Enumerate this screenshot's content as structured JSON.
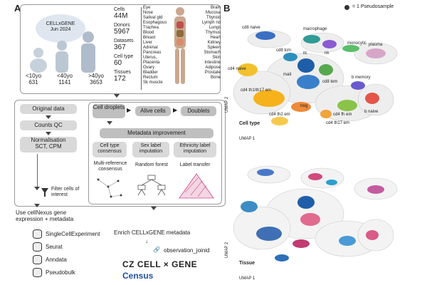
{
  "panelA": {
    "letter": "A",
    "cellxgene": {
      "name": "CELLxGENE",
      "date": "Jun 2024"
    },
    "ages": [
      {
        "label": "<10yo",
        "count": "631"
      },
      {
        "label": "<40yo",
        "count": "1141"
      },
      {
        "label": ">40yo",
        "count": "3653"
      }
    ],
    "stats": [
      {
        "label": "Cells",
        "value": "44M"
      },
      {
        "label": "Donors",
        "value": "5967"
      },
      {
        "label": "Datasets",
        "value": "367"
      },
      {
        "label": "Cell type",
        "value": "60"
      },
      {
        "label": "Tissues",
        "value": "172"
      }
    ],
    "tissues_left": [
      "Eye",
      "Nose",
      "Salival gld",
      "Esophagous",
      "Trachea",
      "Blood",
      "Breast",
      "Liver",
      "Adrenal",
      "Pancreas",
      "Uterus,",
      "Placenta",
      "Ovary",
      "Bladder",
      "Rectum",
      "Sk muscle"
    ],
    "tissues_right": [
      "Brain",
      "Mucosa",
      "Thyroid",
      "Lymph nd",
      "Lungs",
      "Thymus",
      "Heart",
      "Kidney",
      "Spleen",
      "Stomach",
      "Skin",
      "Intestine",
      "Adipose",
      "Prostate",
      "Bone"
    ],
    "pipeline": {
      "original": "Original data",
      "counts_qc": "Counts QC",
      "normalisation": "Normalisation\nSCT, CPM",
      "cell_droplets": "Cell droplets",
      "alive": "Alive cells",
      "doublets": "Doublets",
      "metadata": "Metadata improvement",
      "methods": [
        {
          "title": "Cell type consensus",
          "desc": "Multi-reference consensus"
        },
        {
          "title": "Sex label imputation",
          "desc": "Random forest"
        },
        {
          "title": "Ethnicity label imputation",
          "desc": "Label transfer"
        }
      ],
      "filter": "Filter cells of interest",
      "use": "Use cellNexus gene expression + metadata",
      "formats": [
        "SingleCellExperiment",
        "Seurat",
        "Anndata",
        "Pseudobulk"
      ],
      "enrich": "Enrich CELLxGENE metadata",
      "joinid": "observation_joinid",
      "census_brand": "CZ CELL × GENE",
      "census": "Census"
    }
  },
  "panelB": {
    "letter": "B",
    "legend": "= 1 Pseudosample",
    "umap_top_label": "Cell type",
    "umap_bottom_label": "Tissue",
    "axis_x": "UMAP 1",
    "axis_y": "UMAP 2",
    "celltypes": [
      "cd8 naive",
      "macrophage",
      "monocytic",
      "plasma",
      "cd8 tcm",
      "ilc",
      "nk",
      "cd4 naive",
      "mait",
      "cd8 tem",
      "b memory",
      "cd4 th1/th17 em",
      "treg",
      "cd4 th2 em",
      "cd4 fh em",
      "b naive",
      "cd4 th17 em"
    ]
  },
  "colors": {
    "accent": "#1f4e9c",
    "box": "#d9d9d9",
    "box_dark": "#bfbfbf"
  }
}
